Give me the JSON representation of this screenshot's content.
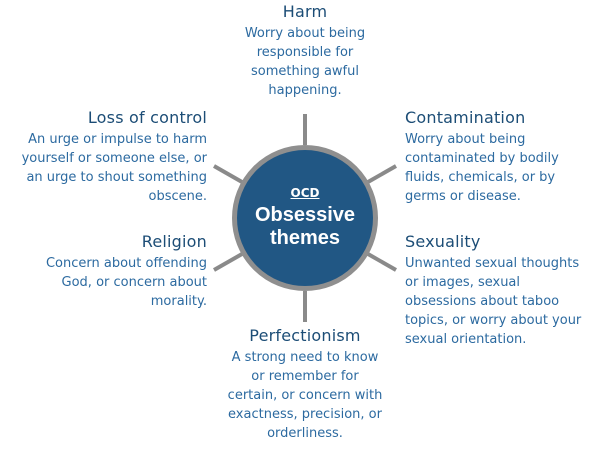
{
  "hub": {
    "label": "OCD",
    "title_line1": "Obsessive",
    "title_line2": "themes"
  },
  "themes": [
    {
      "title": "Harm",
      "lines": [
        "Worry about being",
        "responsible for",
        "something awful",
        "happening."
      ]
    },
    {
      "title": "Contamination",
      "lines": [
        "Worry about being",
        "contaminated by bodily",
        "fluids, chemicals, or by",
        "germs or disease."
      ]
    },
    {
      "title": "Sexuality",
      "lines": [
        "Unwanted sexual thoughts",
        "or images, sexual",
        "obsessions about taboo",
        "topics, or worry about your",
        "sexual orientation."
      ]
    },
    {
      "title": "Perfectionism",
      "lines": [
        "A strong need to know",
        "or remember for",
        "certain, or concern with",
        "exactness, precision, or",
        "orderliness."
      ]
    },
    {
      "title": "Religion",
      "lines": [
        "Concern about offending",
        "God, or concern about",
        "morality."
      ]
    },
    {
      "title": "Loss of control",
      "lines": [
        "An urge or impulse to harm",
        "yourself or someone else, or",
        "an urge to shout something",
        "obscene."
      ]
    }
  ],
  "colors": {
    "hub_fill": "#215784",
    "hub_ring": "#8f8f8f",
    "spoke": "#8a8a8a",
    "text": "#1f5a87"
  }
}
